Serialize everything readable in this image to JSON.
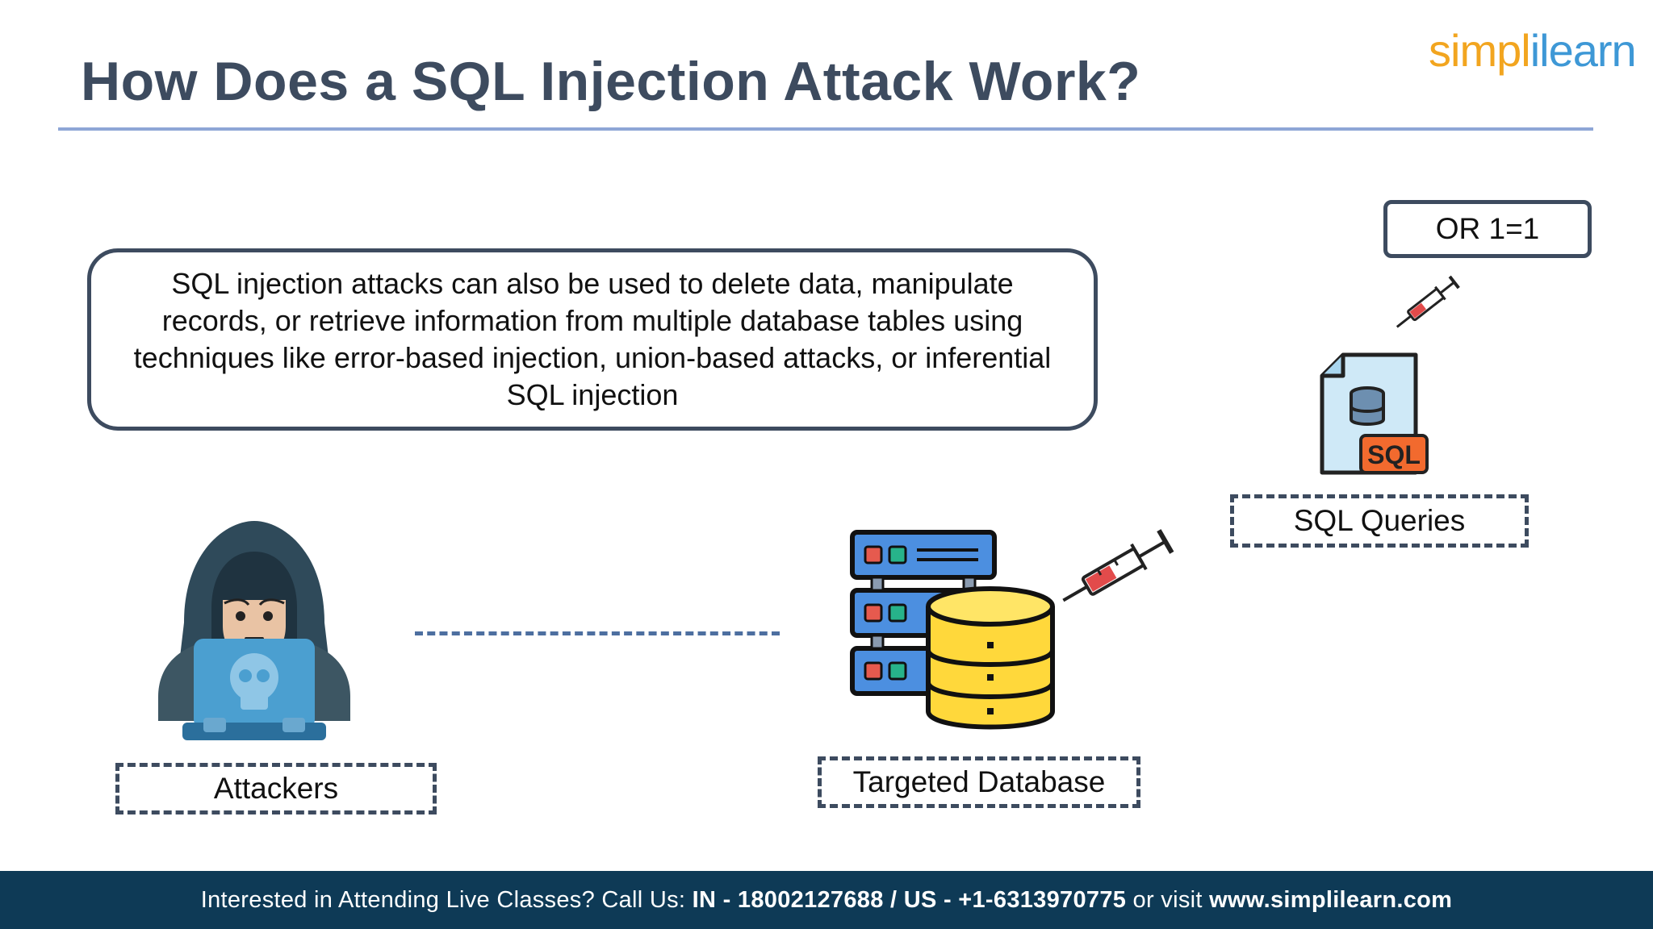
{
  "title": "How Does a SQL Injection Attack Work?",
  "logo": {
    "part1": "simpl",
    "part2": "ilearn"
  },
  "callout": "SQL injection attacks can also be used to delete data, manipulate records, or retrieve information from multiple database tables using techniques like error-based injection, union-based attacks, or inferential SQL injection",
  "nodes": {
    "attackers": "Attackers",
    "database": "Targeted Database",
    "queries": "SQL Queries",
    "payload": "OR 1=1"
  },
  "icons": {
    "attacker": "hacker-icon",
    "database": "database-server-icon",
    "sql_file": "sql-file-icon",
    "syringe": "syringe-icon",
    "sql_badge": "SQL"
  },
  "colors": {
    "title": "#3d4b5f",
    "border": "#3d4b5f",
    "rule": "#8ea6d6",
    "footer": "#0e3a56",
    "logo_orange": "#f2a51f",
    "logo_blue": "#3e98d6"
  },
  "footer": {
    "lead": "Interested in Attending Live Classes? Call Us:",
    "phone": "IN - 18002127688 / US - +1-6313970775",
    "mid": "or visit",
    "site": "www.simplilearn.com"
  }
}
